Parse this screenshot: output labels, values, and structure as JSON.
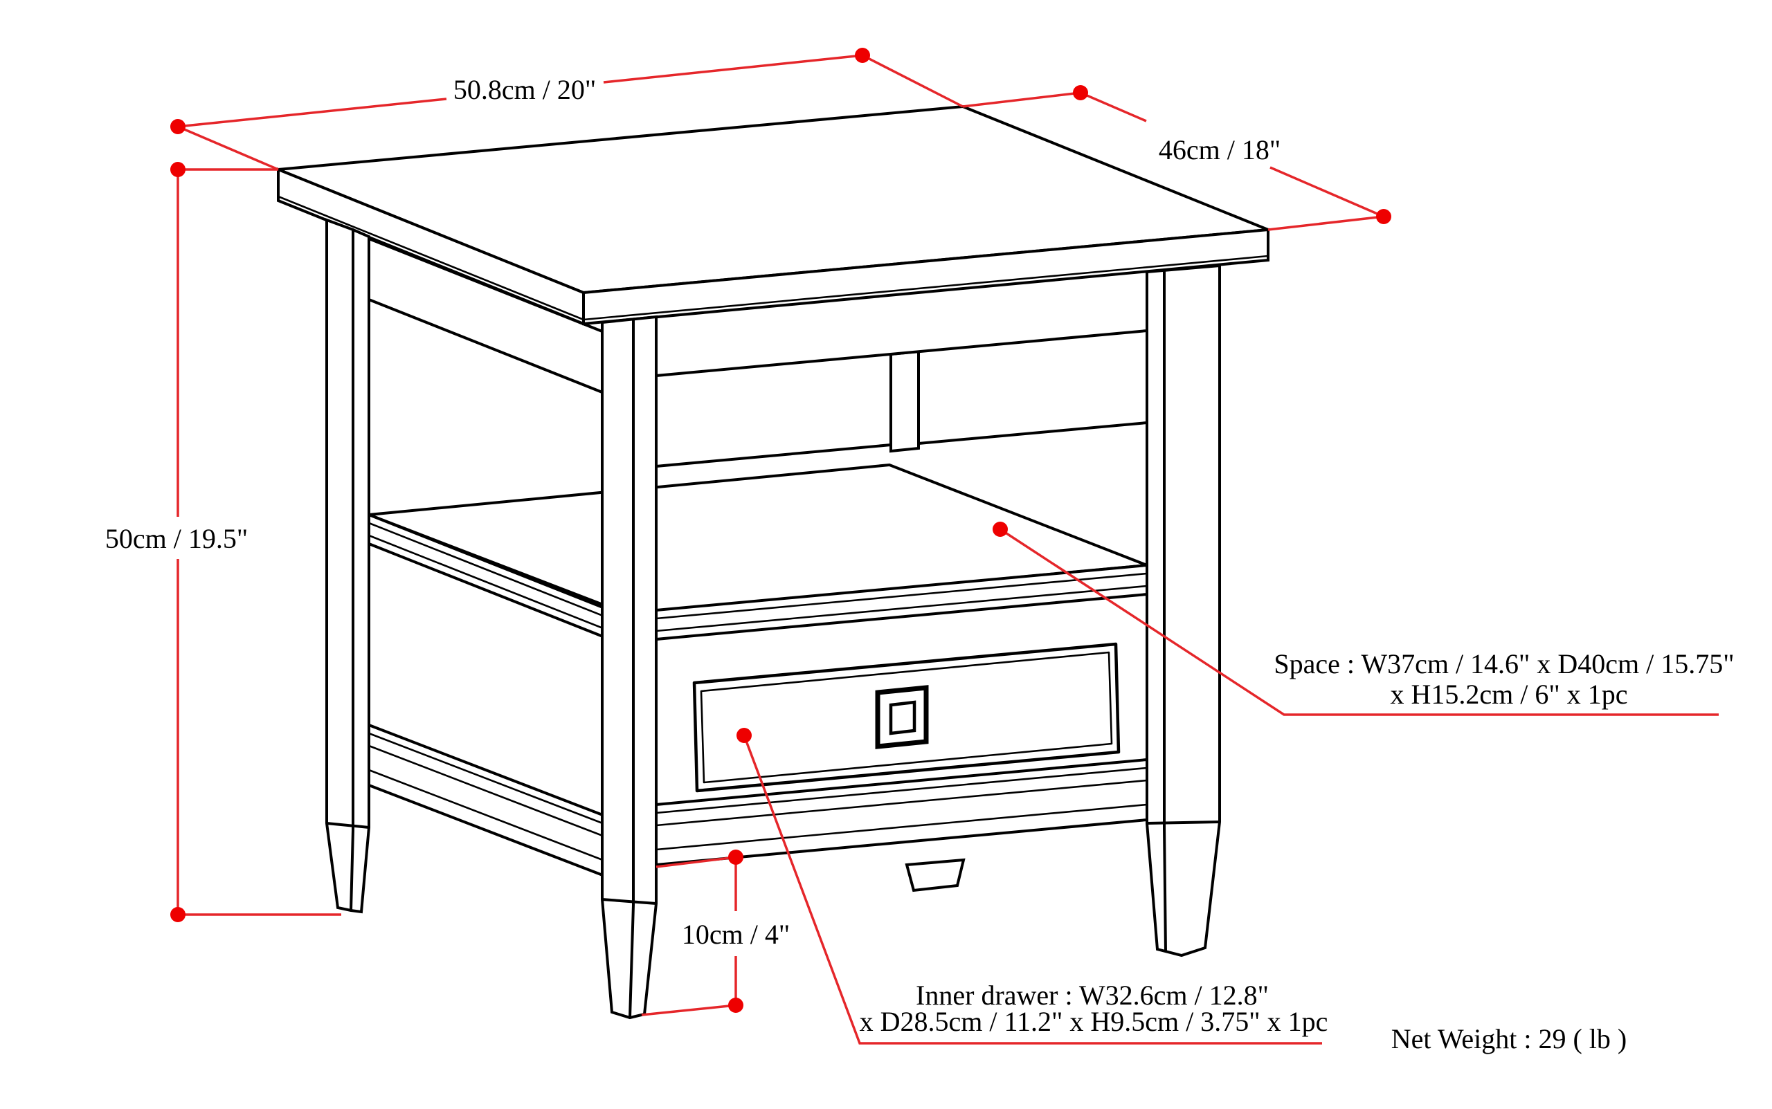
{
  "diagram": {
    "kind": "furniture-dimension-diagram",
    "subject": "end table with open shelf and drawer"
  },
  "colors": {
    "annotation_red": "#e5262a",
    "dot_red": "#ee0000",
    "drawing_black": "#000000",
    "background": "#ffffff"
  },
  "annotations": {
    "top_width": {
      "label": "50.8cm / 20\""
    },
    "top_depth": {
      "label": "46cm / 18\""
    },
    "height": {
      "label": "50cm / 19.5\""
    },
    "leg_height": {
      "label": "10cm / 4\""
    },
    "shelf_space": {
      "line1": "Space : W37cm / 14.6\" x D40cm / 15.75\"",
      "line2": "x H15.2cm / 6\" x 1pc"
    },
    "inner_drawer": {
      "line1": "Inner drawer : W32.6cm / 12.8\"",
      "line2": "x D28.5cm / 11.2\" x H9.5cm / 3.75\" x 1pc"
    },
    "net_weight": {
      "label": "Net Weight : 29 ( lb )"
    }
  }
}
